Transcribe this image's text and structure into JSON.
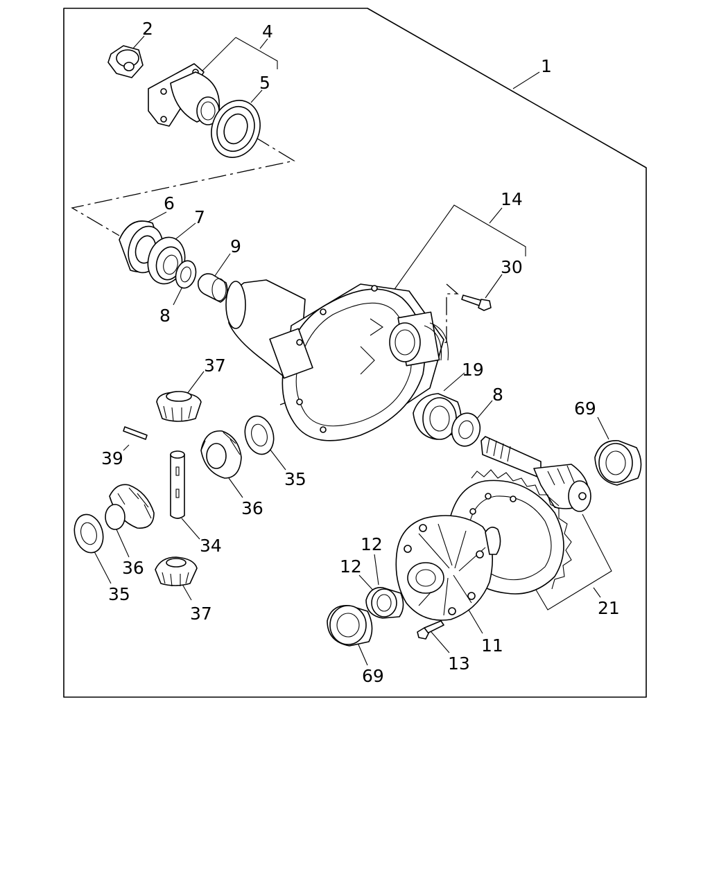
{
  "callouts": [
    {
      "id": "c1",
      "text": "1"
    },
    {
      "id": "c2",
      "text": "2"
    },
    {
      "id": "c4",
      "text": "4"
    },
    {
      "id": "c5",
      "text": "5"
    },
    {
      "id": "c6",
      "text": "6"
    },
    {
      "id": "c7",
      "text": "7"
    },
    {
      "id": "c9",
      "text": "9"
    },
    {
      "id": "c8a",
      "text": "8"
    },
    {
      "id": "c14",
      "text": "14"
    },
    {
      "id": "c30",
      "text": "30"
    },
    {
      "id": "c37a",
      "text": "37"
    },
    {
      "id": "c19",
      "text": "19"
    },
    {
      "id": "c8b",
      "text": "8"
    },
    {
      "id": "c69a",
      "text": "69"
    },
    {
      "id": "c39",
      "text": "39"
    },
    {
      "id": "c35a",
      "text": "35"
    },
    {
      "id": "c36a",
      "text": "36"
    },
    {
      "id": "c34",
      "text": "34"
    },
    {
      "id": "c36b",
      "text": "36"
    },
    {
      "id": "c35b",
      "text": "35"
    },
    {
      "id": "c37b",
      "text": "37"
    },
    {
      "id": "c12a",
      "text": "12"
    },
    {
      "id": "c12b",
      "text": "12"
    },
    {
      "id": "c21",
      "text": "21"
    },
    {
      "id": "c11",
      "text": "11"
    },
    {
      "id": "c13",
      "text": "13"
    },
    {
      "id": "c69b",
      "text": "69"
    }
  ]
}
